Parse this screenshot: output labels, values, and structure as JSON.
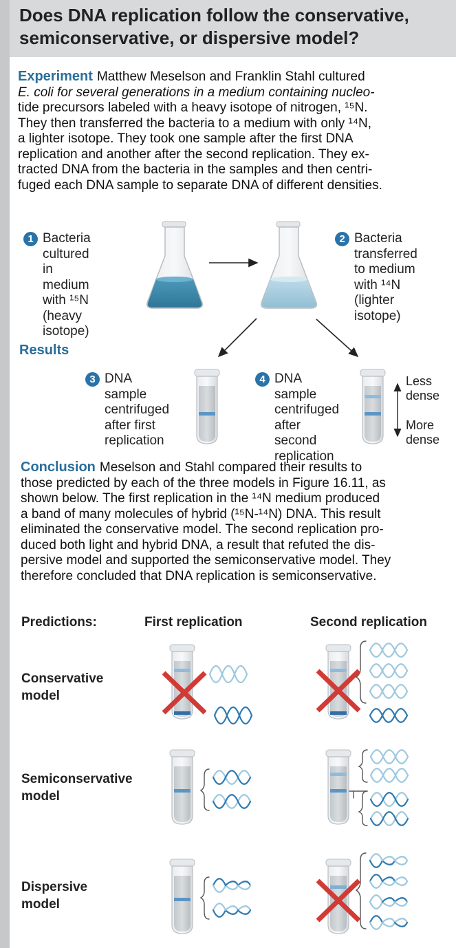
{
  "title": "Does DNA replication follow the conservative, semiconservative, or dispersive model?",
  "experiment": {
    "label": "Experiment",
    "lines": [
      "Matthew Meselson and Franklin Stahl cultured",
      "E. coli for several generations in a medium containing nucleo-",
      "tide precursors labeled with a heavy isotope of nitrogen, ¹⁵N.",
      "They then transferred the bacteria to a medium with only ¹⁴N,",
      "a lighter isotope. They took one sample after the first DNA",
      "replication and another after the second replication. They ex-",
      "tracted DNA from the bacteria in the samples and then centri-",
      "fuged each DNA sample to separate DNA of different densities."
    ]
  },
  "steps": [
    {
      "num": "1",
      "lines": [
        "Bacteria",
        "cultured in",
        "medium",
        "with ¹⁵N",
        "(heavy",
        "isotope)"
      ]
    },
    {
      "num": "2",
      "lines": [
        "Bacteria",
        "transferred",
        "to medium",
        "with ¹⁴N",
        "(lighter",
        "isotope)"
      ]
    },
    {
      "num": "3",
      "lines": [
        "DNA sample",
        "centrifuged",
        "after first",
        "replication"
      ]
    },
    {
      "num": "4",
      "lines": [
        "DNA sample",
        "centrifuged",
        "after second",
        "replication"
      ]
    }
  ],
  "results_label": "Results",
  "density": {
    "less": [
      "Less",
      "dense"
    ],
    "more": [
      "More",
      "dense"
    ]
  },
  "conclusion": {
    "label": "Conclusion",
    "lines": [
      "Meselson and Stahl compared their results to",
      "those predicted by each of the three models in Figure 16.11, as",
      "shown below. The first replication in the ¹⁴N medium produced",
      "a band of many molecules of hybrid (¹⁵N-¹⁴N) DNA. This result",
      "eliminated the conservative model. The second replication pro-",
      "duced both light and hybrid DNA, a result that refuted the dis-",
      "persive model and supported the semiconservative model. They",
      "therefore concluded that DNA replication is semiconservative."
    ]
  },
  "predictions": {
    "label": "Predictions:",
    "col1": "First replication",
    "col2": "Second replication",
    "models": [
      {
        "name": [
          "Conservative",
          "model"
        ],
        "first_rejected": true,
        "second_rejected": true
      },
      {
        "name": [
          "Semiconservative",
          "model"
        ],
        "first_rejected": false,
        "second_rejected": false
      },
      {
        "name": [
          "Dispersive",
          "model"
        ],
        "first_rejected": false,
        "second_rejected": true
      }
    ]
  },
  "colors": {
    "accent": "#2a6e9a",
    "badge": "#2a73a8",
    "heavy_medium": "#3f8db0",
    "light_medium": "#a9cfe0",
    "band": "#5b95c4",
    "cross": "#d23a35",
    "header_bg": "#d8d9db"
  }
}
